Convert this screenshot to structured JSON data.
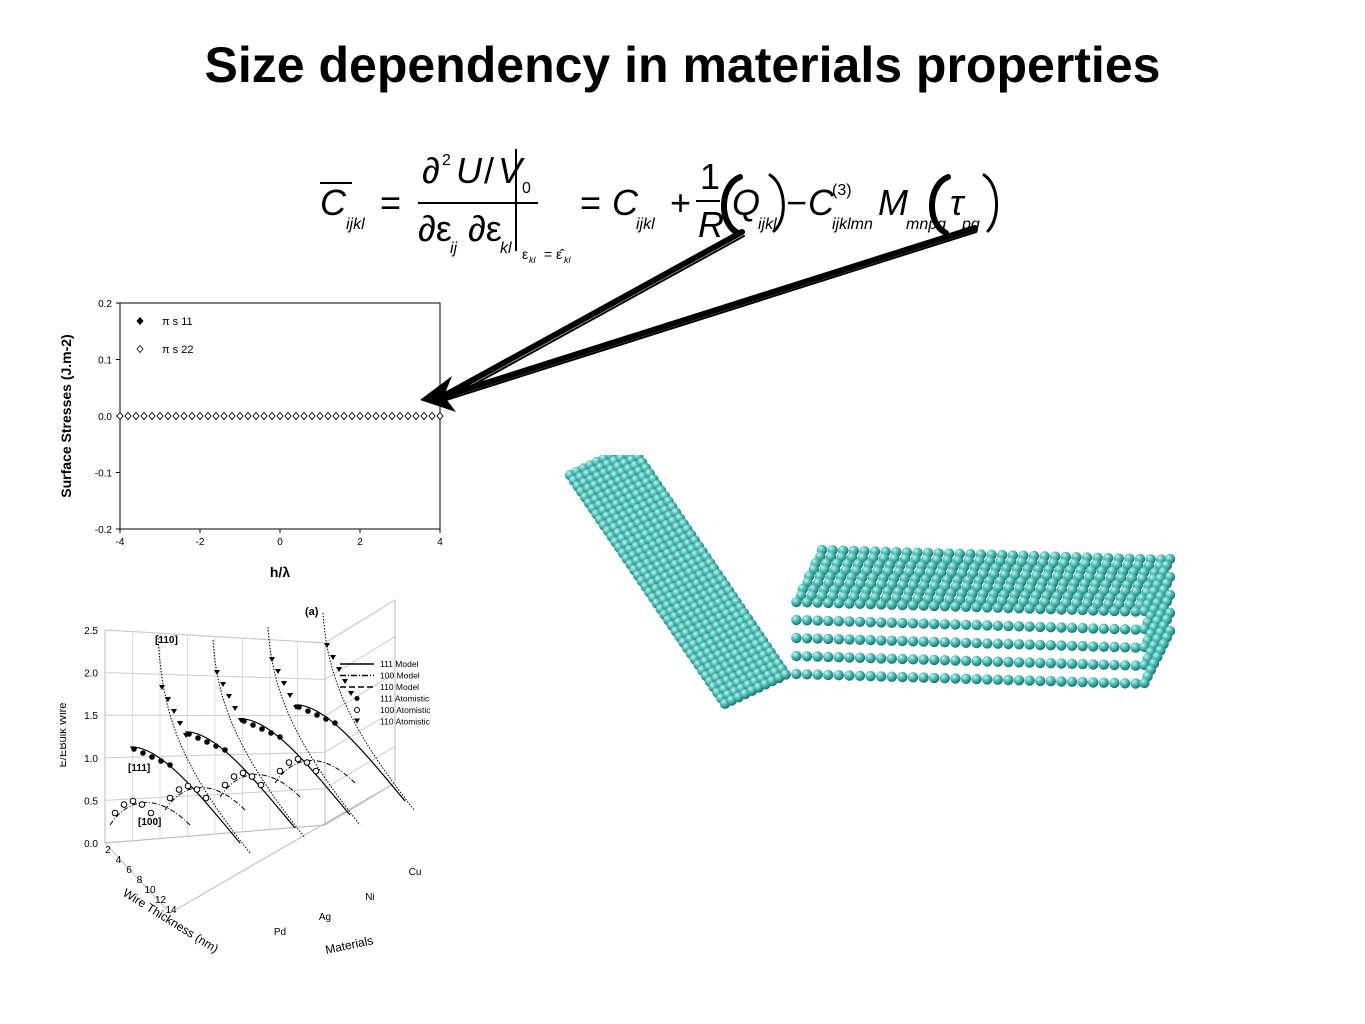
{
  "slide": {
    "title": "Size dependency in materials properties"
  },
  "equation": {
    "lhs": "C",
    "lhs_sub": "ijkl",
    "num_d2": "∂",
    "num_sup2": "2",
    "num_U": "U",
    "num_slash": "/",
    "num_V": "V",
    "num_V_sub": "0",
    "den_d1": "∂ε",
    "den_sub1": "ij",
    "den_d2": "∂ε",
    "den_sub2": "kl",
    "eval_at": "ε",
    "eval_sub": "kl",
    "eval_eq": "=",
    "eval_hat": "ε̂",
    "eval_hat_sub": "kl",
    "eq1": "=",
    "eq2": "=",
    "C": "C",
    "C_sub": "ijkl",
    "plus": "+",
    "frac_num": "1",
    "frac_den": "R",
    "Q": "Q",
    "Q_sub": "ijkl",
    "minus": "−",
    "C3": "C",
    "C3_sup": "(3)",
    "C3_sub": "ijklmn",
    "M": "M",
    "M_sub": "mnpq",
    "tau": "τ",
    "tau_sub": "pq"
  },
  "chart_data": [
    {
      "type": "scatter",
      "title": "",
      "xlabel": "h/λ",
      "ylabel": "Surface Stresses (J.m-2)",
      "xlim": [
        -4,
        4
      ],
      "ylim": [
        -0.2,
        0.2
      ],
      "xticks": [
        "-4",
        "-2",
        "0",
        "2",
        "4"
      ],
      "yticks": [
        "0.2",
        "0.1",
        "0.0",
        "-0.1",
        "-0.2"
      ],
      "legend_position": "top-left",
      "series": [
        {
          "name": "π s 11",
          "marker": "filled-diamond",
          "x": [
            -4,
            -3.8,
            -3.6,
            -3.4,
            -3.2,
            -3,
            -2.8,
            -2.6,
            -2.4,
            -2.2,
            -2,
            -1.8,
            -1.6,
            -1.4,
            -1.2,
            -1,
            -0.8,
            -0.6,
            -0.4,
            -0.2,
            0,
            0.2,
            0.4,
            0.6,
            0.8,
            1,
            1.2,
            1.4,
            1.6,
            1.8,
            2,
            2.2,
            2.4,
            2.6,
            2.8,
            3,
            3.2,
            3.4,
            3.6,
            3.8,
            4
          ],
          "y": [
            0,
            0,
            0,
            0,
            0,
            0,
            0,
            0,
            0,
            0,
            0,
            0,
            0,
            0,
            0,
            0,
            0,
            0,
            0,
            0,
            0,
            0,
            0,
            0,
            0,
            0,
            0,
            0,
            0,
            0,
            0,
            0,
            0,
            0,
            0,
            0,
            0,
            0,
            0,
            0,
            0
          ]
        },
        {
          "name": "π s 22",
          "marker": "open-diamond",
          "x": [
            -4,
            -3.8,
            -3.6,
            -3.4,
            -3.2,
            -3,
            -2.8,
            -2.6,
            -2.4,
            -2.2,
            -2,
            -1.8,
            -1.6,
            -1.4,
            -1.2,
            -1,
            -0.8,
            -0.6,
            -0.4,
            -0.2,
            0,
            0.2,
            0.4,
            0.6,
            0.8,
            1,
            1.2,
            1.4,
            1.6,
            1.8,
            2,
            2.2,
            2.4,
            2.6,
            2.8,
            3,
            3.2,
            3.4,
            3.6,
            3.8,
            4
          ],
          "y": [
            0,
            0,
            0,
            0,
            0,
            0,
            0,
            0,
            0,
            0,
            0,
            0,
            0,
            0,
            0,
            0,
            0,
            0,
            0,
            0,
            0,
            0,
            0,
            0,
            0,
            0,
            0,
            0,
            0,
            0,
            0,
            0,
            0,
            0,
            0,
            0,
            0,
            0,
            0,
            0,
            0
          ]
        }
      ]
    },
    {
      "type": "line",
      "title": "(a)",
      "projection": "3d",
      "xlabel": "Materials",
      "ylabel": "E/EBulk Wire",
      "zlabel": "Wire Thickness (nm)",
      "categories": [
        "Pd",
        "Ag",
        "Ni",
        "Cu"
      ],
      "depth_ticks": [
        "2",
        "4",
        "6",
        "8",
        "10",
        "12",
        "14"
      ],
      "yticks": [
        "0.0",
        "0.5",
        "1.0",
        "1.5",
        "2.0",
        "2.5"
      ],
      "ylim": [
        0,
        2.5
      ],
      "annotations": [
        "[110]",
        "[111]",
        "[100]"
      ],
      "legend_position": "top-right",
      "legend": [
        "111 Model",
        "100 Model",
        "110 Model",
        "111 Atomistic",
        "100 Atomistic",
        "110 Atomistic"
      ],
      "series": [
        {
          "name": "111 Model",
          "line": "solid"
        },
        {
          "name": "100 Model",
          "line": "dash-dot"
        },
        {
          "name": "110 Model",
          "line": "dashed"
        },
        {
          "name": "111 Atomistic",
          "marker": "filled-circle"
        },
        {
          "name": "100 Atomistic",
          "marker": "open-circle"
        },
        {
          "name": "110 Atomistic",
          "marker": "filled-triangle"
        }
      ]
    }
  ],
  "colors": {
    "atom": "#48b8b0",
    "atom_highlight": "#b6ecea",
    "atom_shadow": "#1f7a75"
  }
}
